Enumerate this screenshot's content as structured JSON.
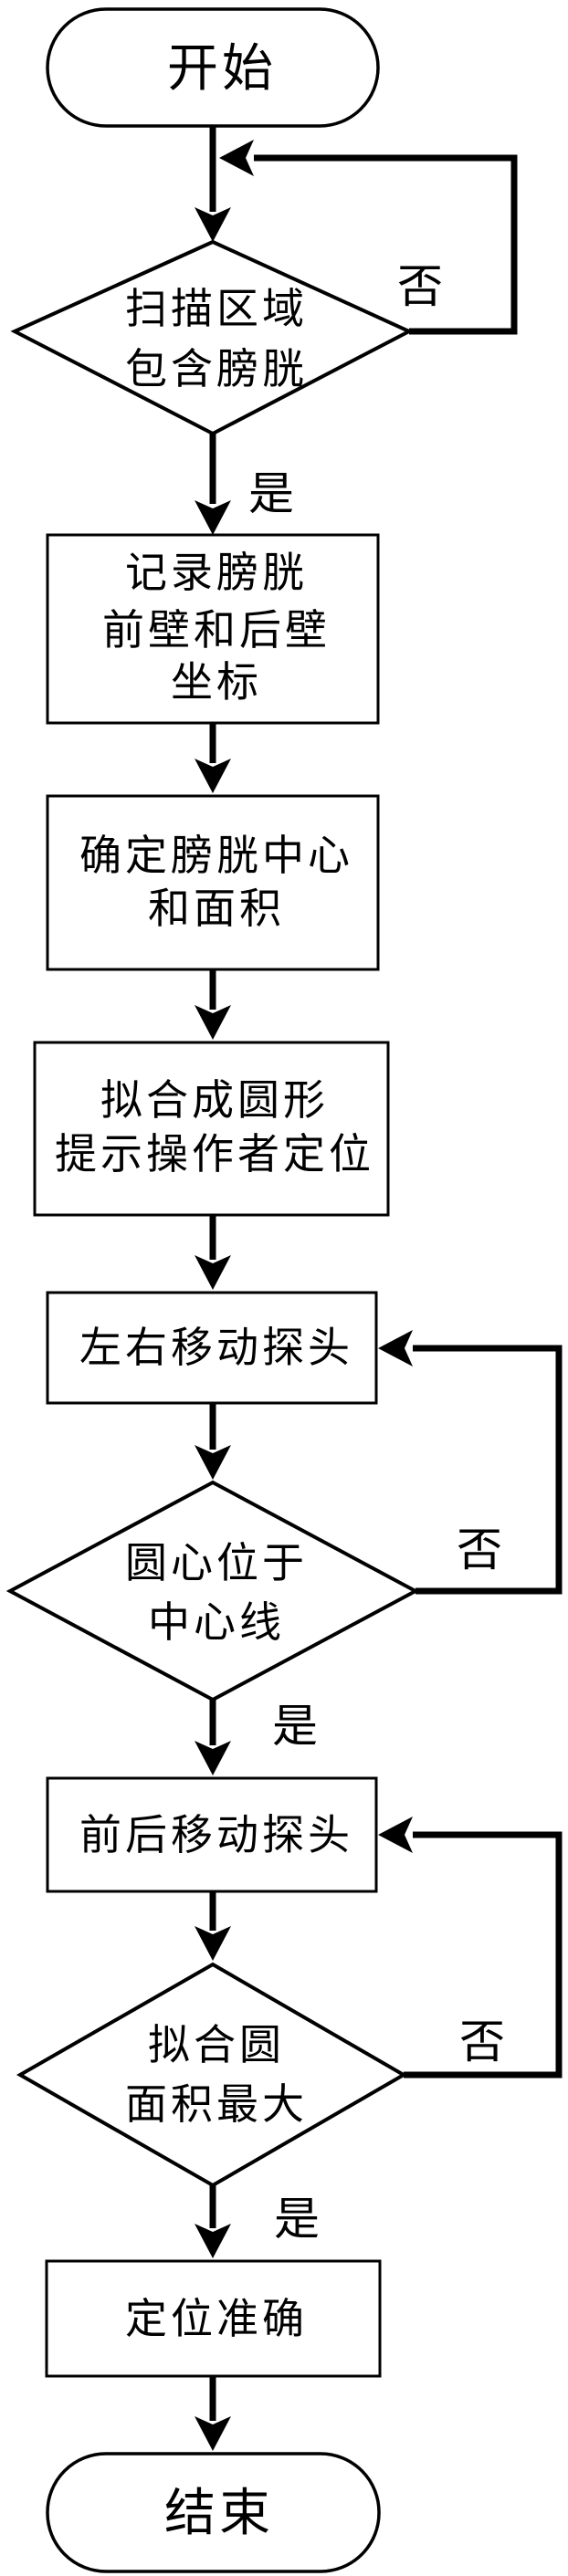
{
  "diagram": {
    "type": "flowchart",
    "background": "#ffffff",
    "stroke_color": "#000000",
    "nodes": {
      "start": {
        "shape": "terminator",
        "label": "开始"
      },
      "scan_contains_bladder": {
        "shape": "decision",
        "line1": "扫描区域",
        "line2": "包含膀胱"
      },
      "record_walls": {
        "shape": "process",
        "line1": "记录膀胱",
        "line2": "前壁和后壁",
        "line3": "坐标"
      },
      "determine_center_area": {
        "shape": "process",
        "line1": "确定膀胱中心",
        "line2": "和面积"
      },
      "fit_circle_prompt": {
        "shape": "process",
        "line1": "拟合成圆形",
        "line2": "提示操作者定位"
      },
      "move_probe_left_right": {
        "shape": "process",
        "label": "左右移动探头"
      },
      "center_on_centerline": {
        "shape": "decision",
        "line1": "圆心位于",
        "line2": "中心线"
      },
      "move_probe_fore_aft": {
        "shape": "process",
        "label": "前后移动探头"
      },
      "fitted_circle_max_area": {
        "shape": "decision",
        "line1": "拟合圆",
        "line2": "面积最大"
      },
      "positioning_accurate": {
        "shape": "process",
        "label": "定位准确"
      },
      "end": {
        "shape": "terminator",
        "label": "结束"
      }
    },
    "edge_labels": {
      "no1": "否",
      "yes1": "是",
      "no2": "否",
      "yes2": "是",
      "no3": "否",
      "yes3": "是"
    }
  }
}
